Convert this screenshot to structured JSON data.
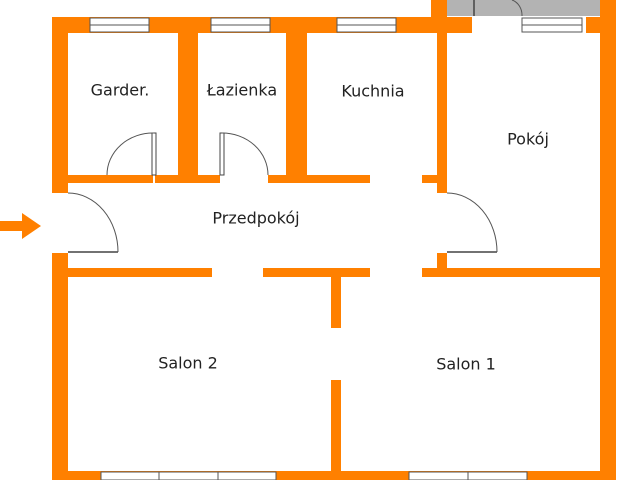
{
  "plan": {
    "wall_color": "#ff8000",
    "balcony_color": "#b3b3b3",
    "rooms": {
      "garderoba": "Garder.",
      "lazienka": "Łazienka",
      "kuchnia": "Kuchnia",
      "pokoj": "Pokój",
      "przedpokoj": "Przedpokój",
      "salon2": "Salon 2",
      "salon1": "Salon 1"
    },
    "entrance_icon": "arrow-right-icon"
  }
}
